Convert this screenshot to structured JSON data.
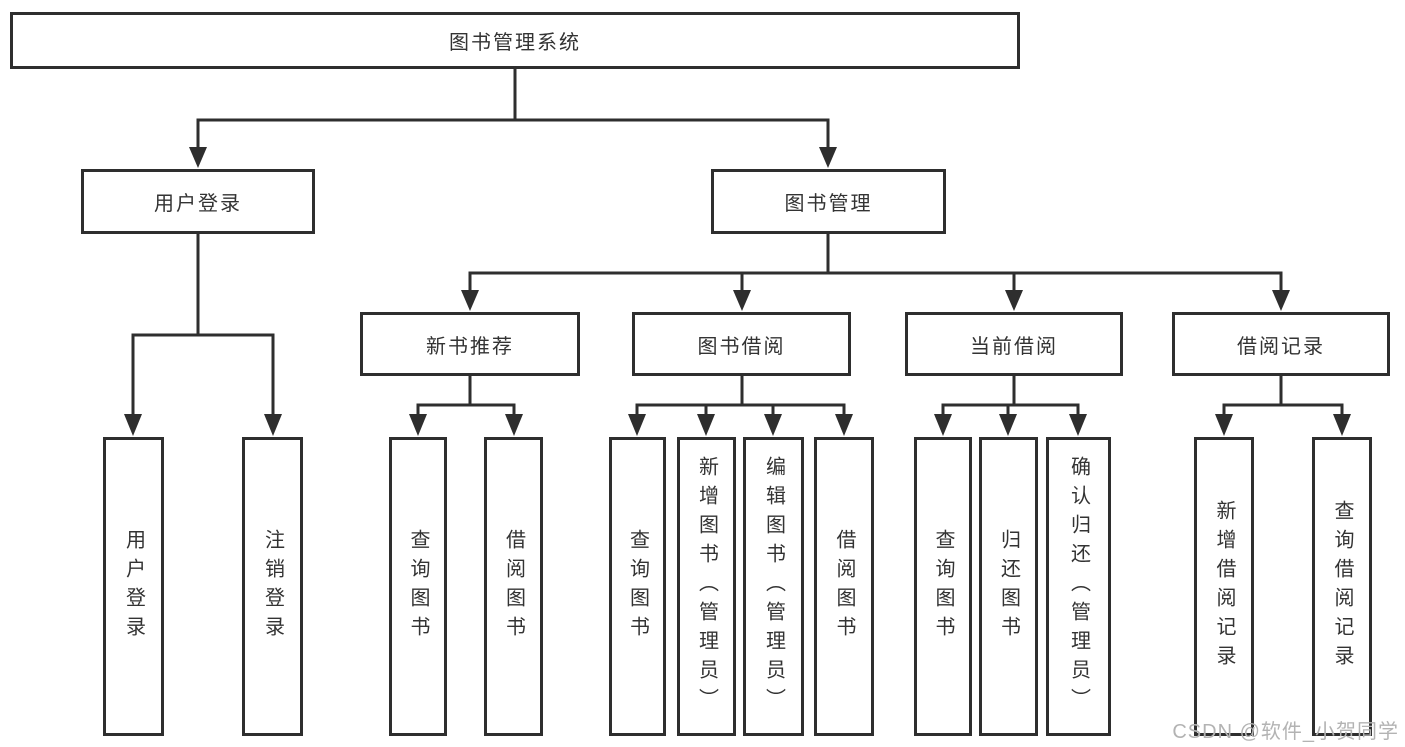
{
  "diagram": {
    "title": "图书管理系统",
    "branches": [
      {
        "label": "用户登录",
        "leaves": [
          "用户登录",
          "注销登录"
        ]
      },
      {
        "label": "图书管理",
        "sections": [
          {
            "label": "新书推荐",
            "leaves": [
              "查询图书",
              "借阅图书"
            ]
          },
          {
            "label": "图书借阅",
            "leaves": [
              "查询图书",
              "新增图书（管理员）",
              "编辑图书（管理员）",
              "借阅图书"
            ]
          },
          {
            "label": "当前借阅",
            "leaves": [
              "查询图书",
              "归还图书",
              "确认归还（管理员）"
            ]
          },
          {
            "label": "借阅记录",
            "leaves": [
              "新增借阅记录",
              "查询借阅记录"
            ]
          }
        ]
      }
    ]
  },
  "watermark": "CSDN @软件_小贺同学",
  "colors": {
    "line": "#2e2e2e",
    "text": "#333333",
    "watermark": "#b3b3b3",
    "background": "#ffffff"
  }
}
